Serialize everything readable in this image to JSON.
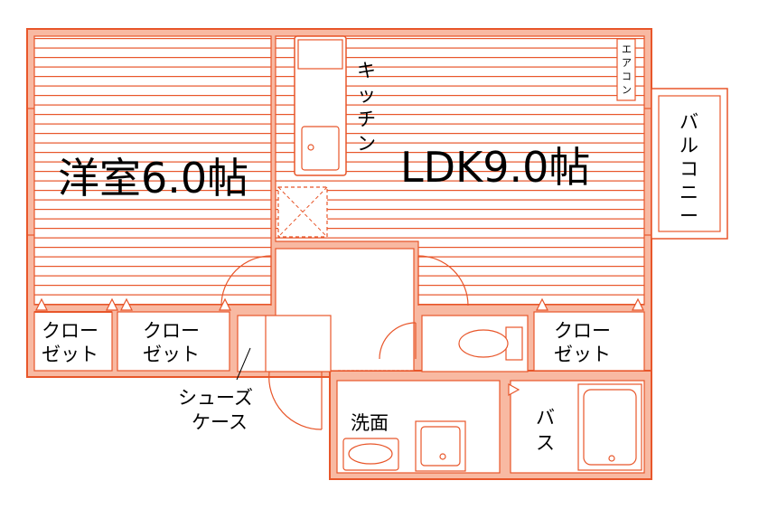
{
  "rooms": {
    "western_room": "洋室6.0帖",
    "ldk": "LDK9.0帖"
  },
  "labels": {
    "kitchen_chars": [
      "キ",
      "ッ",
      "チ",
      "ン"
    ],
    "aircon_chars": [
      "エ",
      "ア",
      "コ",
      "ン"
    ],
    "balcony_chars": [
      "バ",
      "ル",
      "コ",
      "ニ",
      "ー"
    ],
    "bath_chars": [
      "バ",
      "ス"
    ],
    "closet_line1": "クロー",
    "closet_line2": "ゼット",
    "shoe_line1": "シューズ",
    "shoe_line2": "ケース",
    "washroom": "洗面"
  },
  "colors": {
    "wall_fill": "#f8b9a2",
    "line": "#e8562a",
    "floor_stripe": "#e8562a",
    "background": "#ffffff"
  }
}
